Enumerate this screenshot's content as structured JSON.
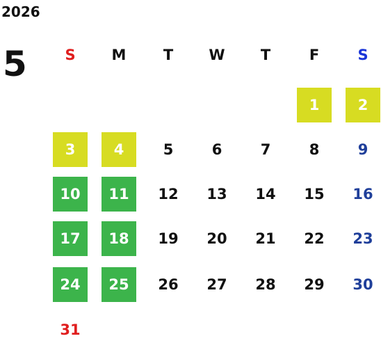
{
  "year": "2026",
  "month": "5",
  "weekdays": [
    "S",
    "M",
    "T",
    "W",
    "T",
    "F",
    "S"
  ],
  "colors": {
    "sunday": "#e01e1e",
    "saturday": "#1f3f9a",
    "weekday": "#111111",
    "highlight_yellow": "#d7dc22",
    "highlight_green": "#3cb44b",
    "highlight_text": "#ffffff"
  },
  "first_weekday_index": 5,
  "days": [
    {
      "n": "1",
      "hl": "yellow"
    },
    {
      "n": "2",
      "hl": "yellow"
    },
    {
      "n": "3",
      "hl": "yellow"
    },
    {
      "n": "4",
      "hl": "yellow"
    },
    {
      "n": "5"
    },
    {
      "n": "6"
    },
    {
      "n": "7"
    },
    {
      "n": "8"
    },
    {
      "n": "9"
    },
    {
      "n": "10",
      "hl": "green"
    },
    {
      "n": "11",
      "hl": "green"
    },
    {
      "n": "12"
    },
    {
      "n": "13"
    },
    {
      "n": "14"
    },
    {
      "n": "15"
    },
    {
      "n": "16"
    },
    {
      "n": "17",
      "hl": "green"
    },
    {
      "n": "18",
      "hl": "green"
    },
    {
      "n": "19"
    },
    {
      "n": "20"
    },
    {
      "n": "21"
    },
    {
      "n": "22"
    },
    {
      "n": "23"
    },
    {
      "n": "24",
      "hl": "green"
    },
    {
      "n": "25",
      "hl": "green"
    },
    {
      "n": "26"
    },
    {
      "n": "27"
    },
    {
      "n": "28"
    },
    {
      "n": "29"
    },
    {
      "n": "30"
    },
    {
      "n": "31"
    }
  ]
}
